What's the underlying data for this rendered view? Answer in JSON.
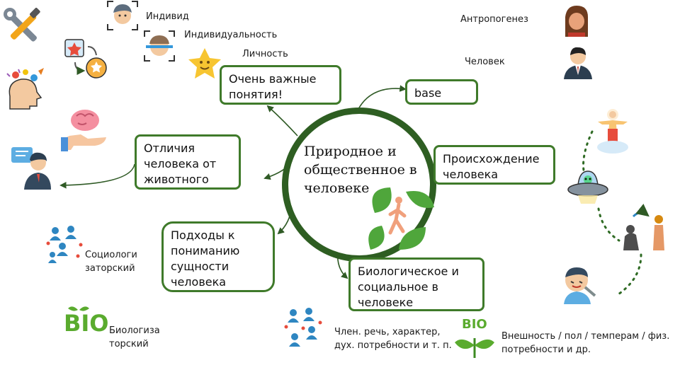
{
  "center": {
    "title": "Природное и общественное в человеке"
  },
  "nodes": {
    "important": "Очень важные понятия!",
    "base": "base",
    "origin": "Происхождение человека",
    "bio_social": "Биологическое и социальное в человеке",
    "approaches": "Подходы к пониманию сущности человека",
    "differences": "Отличия человека от животного"
  },
  "labels": {
    "individ": "Индивид",
    "individuality": "Индивидуальность",
    "personality": "Личность",
    "anthropogenesis": "Антропогенез",
    "human": "Человек",
    "sociologizator": "Социологи заторский",
    "biologizator": "Биологиза торский",
    "social_traits": "Член. речь, характер, дух. потребности и т. п.",
    "bio_traits": "Внешность / пол / темперам / физ. потребности и др."
  },
  "icons": {
    "bio_text": "BIO",
    "bio_text_small": "BIO"
  },
  "colors": {
    "accent": "#3f7a2a",
    "circle_border": "#2e5e22",
    "arrow": "#2f5a25",
    "dotted": "#2f6b24"
  }
}
